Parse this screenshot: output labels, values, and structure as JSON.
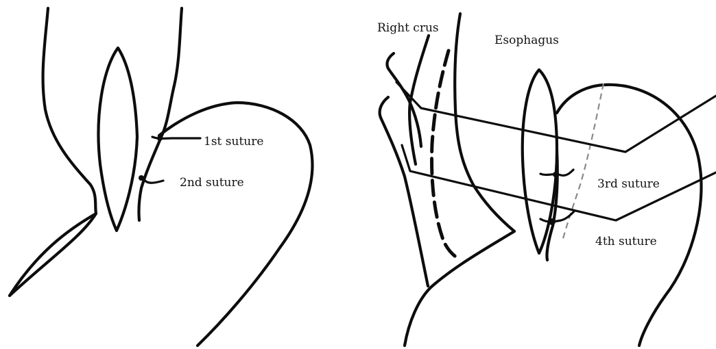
{
  "panels": {
    "left": {
      "labels": {
        "suture_1": "1st suture",
        "suture_2": "2nd suture"
      }
    },
    "right": {
      "labels": {
        "right_crus": "Right crus",
        "esophagus": "Esophagus",
        "suture_3": "3rd suture",
        "suture_4": "4th suture"
      }
    }
  },
  "colors": {
    "ink": "#0d0d0d",
    "background": "#ffffff",
    "dashed_line": "#8a8a8a"
  }
}
